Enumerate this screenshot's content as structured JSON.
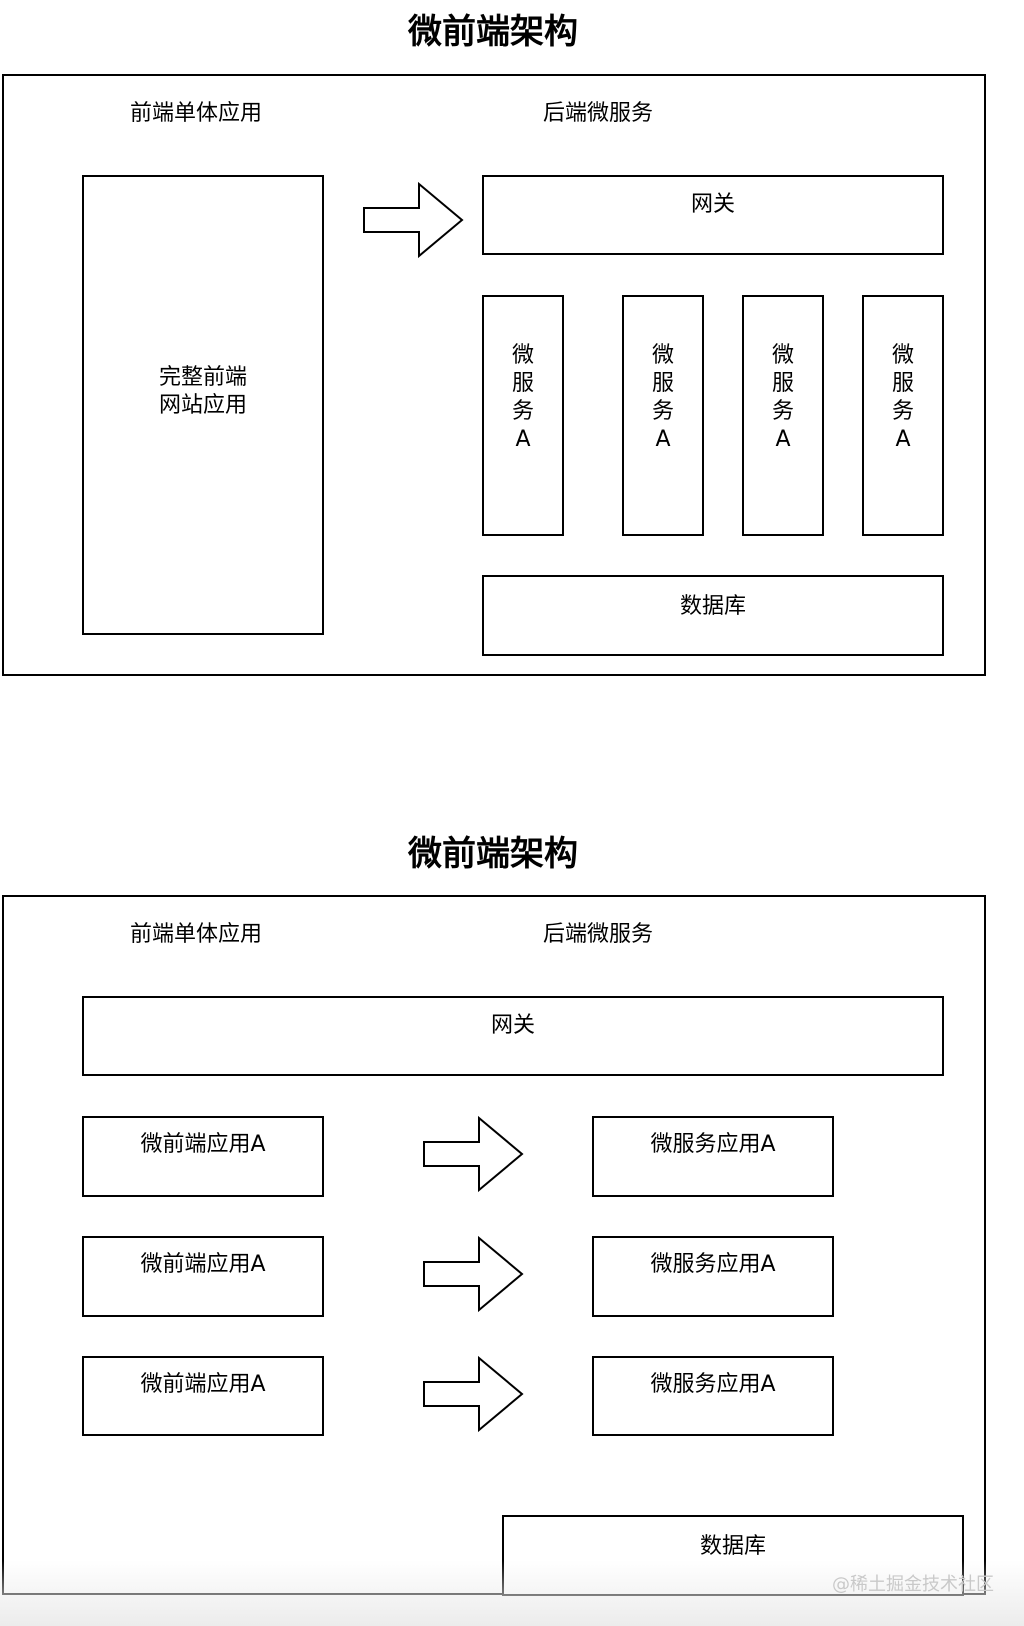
{
  "diagram1": {
    "title": "微前端架构",
    "frontend_label": "前端单体应用",
    "backend_label": "后端微服务",
    "frontend_app": "完整前端\n网站应用",
    "gateway": "网关",
    "services": [
      "微\n服\n务\nA",
      "微\n服\n务\nA",
      "微\n服\n务\nA",
      "微\n服\n务\nA"
    ],
    "database": "数据库"
  },
  "diagram2": {
    "title": "微前端架构",
    "frontend_label": "前端单体应用",
    "backend_label": "后端微服务",
    "gateway": "网关",
    "rows": [
      {
        "frontend": "微前端应用A",
        "service": "微服务应用A"
      },
      {
        "frontend": "微前端应用A",
        "service": "微服务应用A"
      },
      {
        "frontend": "微前端应用A",
        "service": "微服务应用A"
      }
    ],
    "database": "数据库"
  },
  "watermark": "@稀土掘金技术社区",
  "colors": {
    "stroke": "#000000",
    "background": "#ffffff",
    "watermark": "#c9c9c9"
  }
}
